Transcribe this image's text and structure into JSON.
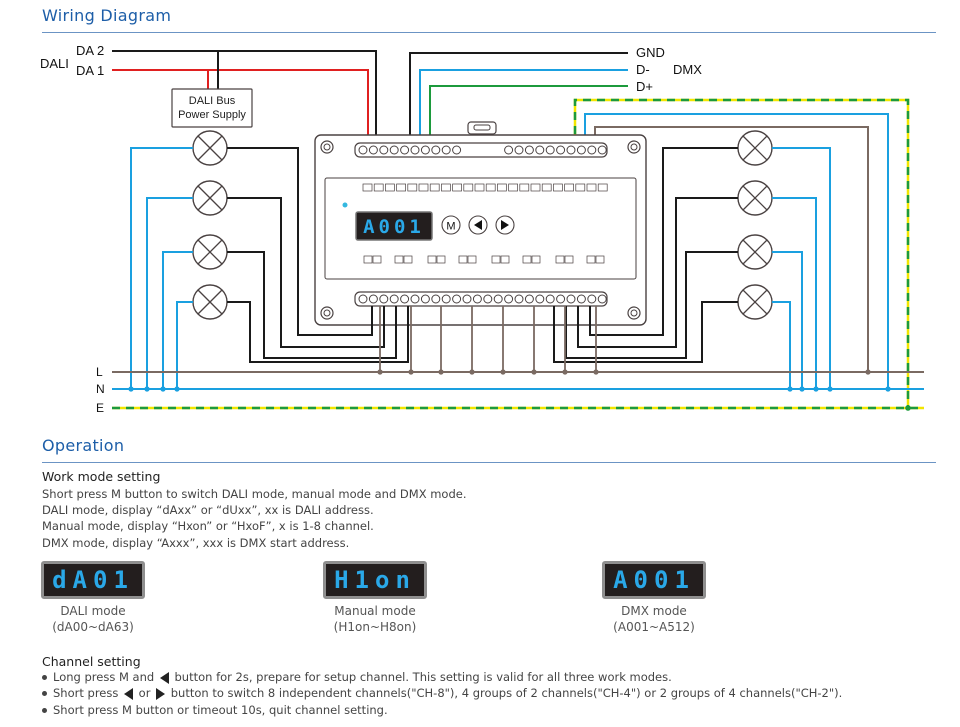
{
  "wiring": {
    "title": "Wiring Diagram",
    "dali": {
      "group_label": "DALI",
      "da2": "DA 2",
      "da1": "DA 1",
      "power_supply_line1": "DALI Bus",
      "power_supply_line2": "Power Supply"
    },
    "dmx": {
      "group_label": "DMX",
      "gnd": "GND",
      "dminus": "D-",
      "dplus": "D+"
    },
    "mains": {
      "l": "L",
      "n": "N",
      "e": "E"
    },
    "device_display": "A001",
    "device_buttons": {
      "mode": "M",
      "left": "left-triangle",
      "right": "right-triangle"
    },
    "lamp_count_left": 4,
    "lamp_count_right": 4,
    "colors": {
      "dali_da1": "#e02020",
      "black_wire": "#1a1a1a",
      "dmx_dminus": "#1aa0e0",
      "dmx_dplus": "#1c9a3c",
      "live": "#7a6a62",
      "neutral": "#1aa0e0",
      "earth_yellow": "#f2e600",
      "earth_green": "#1c9a3c",
      "title_blue": "#1d5ea8",
      "lcd_digits": "#2aa8e8"
    }
  },
  "operation": {
    "title": "Operation",
    "work_mode": {
      "heading": "Work mode setting",
      "lines": [
        "Short press M button to switch DALI mode, manual mode and DMX mode.",
        "DALI mode, display “dAxx” or “dUxx”, xx is DALI address.",
        "Manual mode, display “Hxon” or “HxoF”, x is 1-8 channel.",
        "DMX mode, display “Axxx”, xxx is DMX start address."
      ]
    },
    "displays": [
      {
        "reading": "dA01",
        "caption": "DALI mode",
        "range": "(dA00~dA63)"
      },
      {
        "reading": "H1on",
        "caption": "Manual mode",
        "range": "(H1on~H8on)"
      },
      {
        "reading": "A001",
        "caption": "DMX mode",
        "range": "(A001~A512)"
      }
    ],
    "channel": {
      "heading": "Channel setting",
      "b1_pre": "Long press M and ",
      "b1_post": " button for 2s, prepare for setup channel. This setting is valid for all three work modes.",
      "b2_pre": "Short press ",
      "b2_mid": " or ",
      "b2_post": " button to switch 8 independent channels(\"CH-8\"), 4 groups of 2 channels(\"CH-4\") or 2 groups of 4 channels(\"CH-2\").",
      "b3": "Short press M button or timeout 10s, quit channel setting."
    }
  }
}
